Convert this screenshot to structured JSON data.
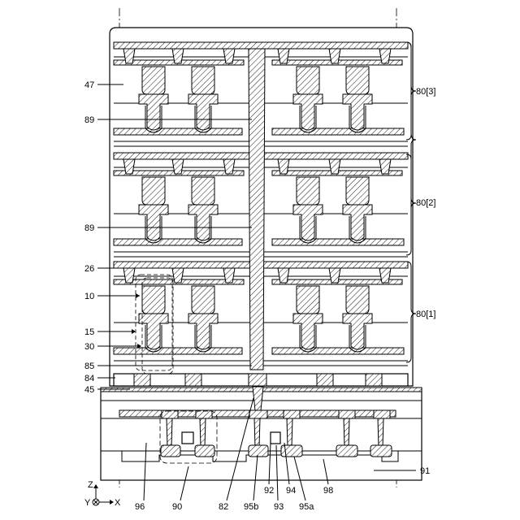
{
  "figure": {
    "section_labels": {
      "s3": "80[3]",
      "s2": "80[2]",
      "s1": "80[1]"
    },
    "left_labels": {
      "l47": "47",
      "l89a": "89",
      "l89b": "89",
      "l26": "26",
      "l10": "10",
      "l15": "15",
      "l30": "30",
      "l85": "85",
      "l84": "84",
      "l45": "45"
    },
    "right_labels": {
      "l91": "91"
    },
    "bottom_labels": {
      "l96": "96",
      "l90": "90",
      "l82": "82",
      "l95b": "95b",
      "l92": "92",
      "l93": "93",
      "l94": "94",
      "l95a": "95a",
      "l98": "98"
    },
    "axes": {
      "z": "Z",
      "y": "Y",
      "x": "X"
    }
  }
}
